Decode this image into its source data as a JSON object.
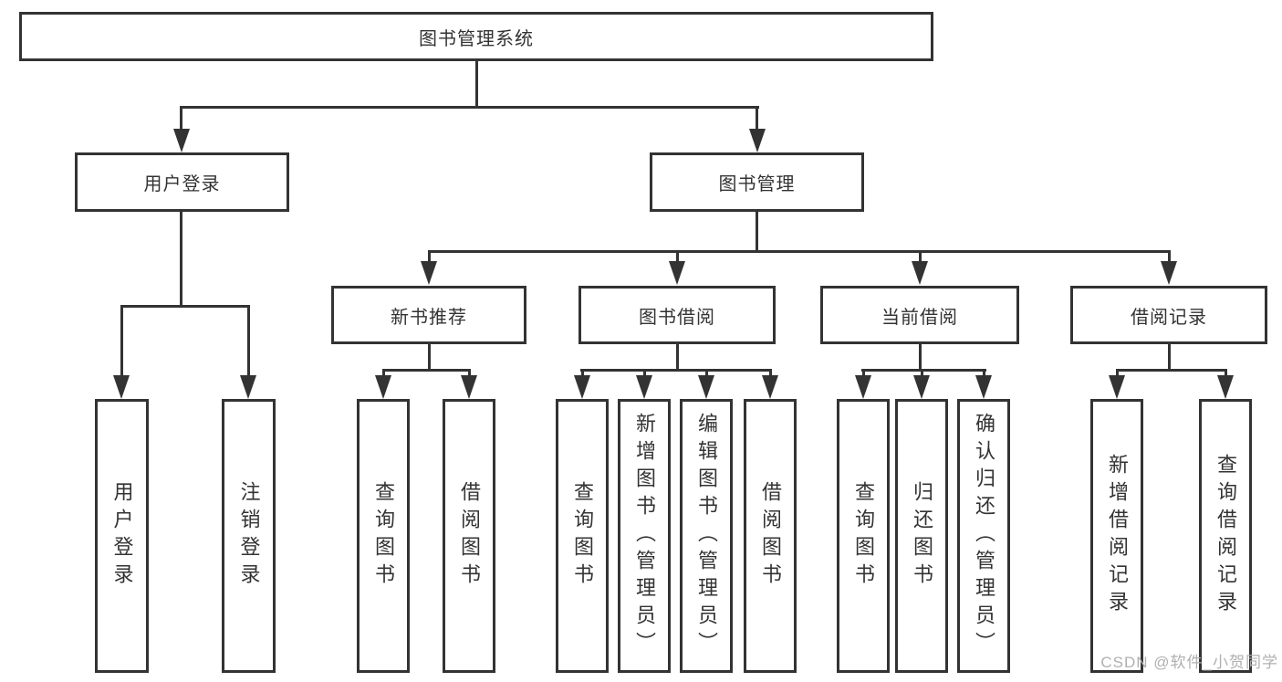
{
  "nodes": {
    "root": {
      "id": "library-management-system",
      "label": "图书管理系统"
    },
    "level2": [
      {
        "id": "user-login",
        "label": "用户登录"
      },
      {
        "id": "book-management",
        "label": "图书管理"
      }
    ],
    "level3": [
      {
        "id": "new-book-recommend",
        "label": "新书推荐",
        "parent": "图书管理"
      },
      {
        "id": "book-borrow",
        "label": "图书借阅",
        "parent": "图书管理"
      },
      {
        "id": "current-borrow",
        "label": "当前借阅",
        "parent": "图书管理"
      },
      {
        "id": "borrow-records",
        "label": "借阅记录",
        "parent": "图书管理"
      }
    ],
    "leaves": [
      {
        "id": "user-login-leaf",
        "label": "用户登录",
        "parent": "用户登录"
      },
      {
        "id": "logout",
        "label": "注销登录",
        "parent": "用户登录"
      },
      {
        "id": "query-books-recommend",
        "label": "查询图书",
        "parent": "新书推荐"
      },
      {
        "id": "borrow-books-recommend",
        "label": "借阅图书",
        "parent": "新书推荐"
      },
      {
        "id": "query-books-borrow",
        "label": "查询图书",
        "parent": "图书借阅"
      },
      {
        "id": "add-books-admin",
        "label": "新增图书（管理员）",
        "parent": "图书借阅"
      },
      {
        "id": "edit-books-admin",
        "label": "编辑图书（管理员）",
        "parent": "图书借阅"
      },
      {
        "id": "borrow-books-borrow",
        "label": "借阅图书",
        "parent": "图书借阅"
      },
      {
        "id": "query-books-current",
        "label": "查询图书",
        "parent": "当前借阅"
      },
      {
        "id": "return-books",
        "label": "归还图书",
        "parent": "当前借阅"
      },
      {
        "id": "confirm-return-admin",
        "label": "确认归还（管理员）",
        "parent": "当前借阅"
      },
      {
        "id": "add-borrow-record",
        "label": "新增借阅记录",
        "parent": "借阅记录"
      },
      {
        "id": "query-borrow-record",
        "label": "查询借阅记录",
        "parent": "借阅记录"
      }
    ]
  },
  "watermark": "CSDN @软件_小贺同学",
  "colors": {
    "line": "#333333",
    "text": "#333333",
    "box_background": "#ffffff",
    "watermark": "#b0b0b0",
    "background": "#ffffff"
  }
}
